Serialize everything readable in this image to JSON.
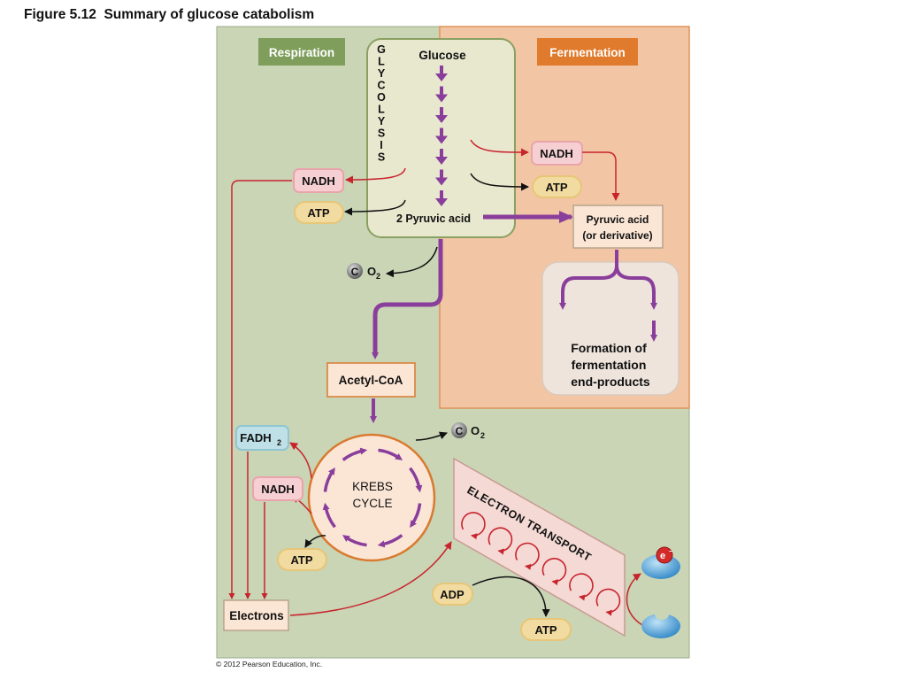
{
  "figure": {
    "title": "Figure 5.12  Summary of glucose catabolism",
    "copyright": "© 2012 Pearson Education, Inc."
  },
  "colors": {
    "respiration_bg": "#c9d5b5",
    "fermentation_bg": "#f2c6a4",
    "respiration_label_bg": "#7f9e5b",
    "fermentation_label_bg": "#e07a2c",
    "glycolysis_box": "#e8e8cf",
    "arrow_purple": "#8a3e9b",
    "arrow_red": "#c8242e",
    "nadh_fill": "#f6cfd3",
    "atp_fill": "#f2dba0",
    "fadh_fill": "#bfe0e6",
    "krebs_fill": "#fbe6d6",
    "krebs_border": "#d97a30"
  },
  "labels": {
    "respiration": "Respiration",
    "fermentation": "Fermentation",
    "glycolysis_letters": [
      "G",
      "L",
      "Y",
      "C",
      "O",
      "L",
      "Y",
      "S",
      "I",
      "S"
    ],
    "glucose": "Glucose",
    "pyruvic_acid": "2 Pyruvic acid",
    "nadh": "NADH",
    "atp": "ATP",
    "adp": "ADP",
    "fadh": "FADH",
    "fadh_sub": "2",
    "co2_o": "O",
    "co2_sub": "2",
    "pyruvic_derivative_line1": "Pyruvic acid",
    "pyruvic_derivative_line2": "(or derivative)",
    "formation_line1": "Formation of",
    "formation_line2": "fermentation",
    "formation_line3": "end-products",
    "acetyl_coa": "Acetyl-CoA",
    "krebs_line1": "KREBS",
    "krebs_line2": "CYCLE",
    "electron_transport": "ELECTRON TRANSPORT",
    "electrons": "Electrons",
    "electron_symbol": "e",
    "electron_charge": "–"
  }
}
